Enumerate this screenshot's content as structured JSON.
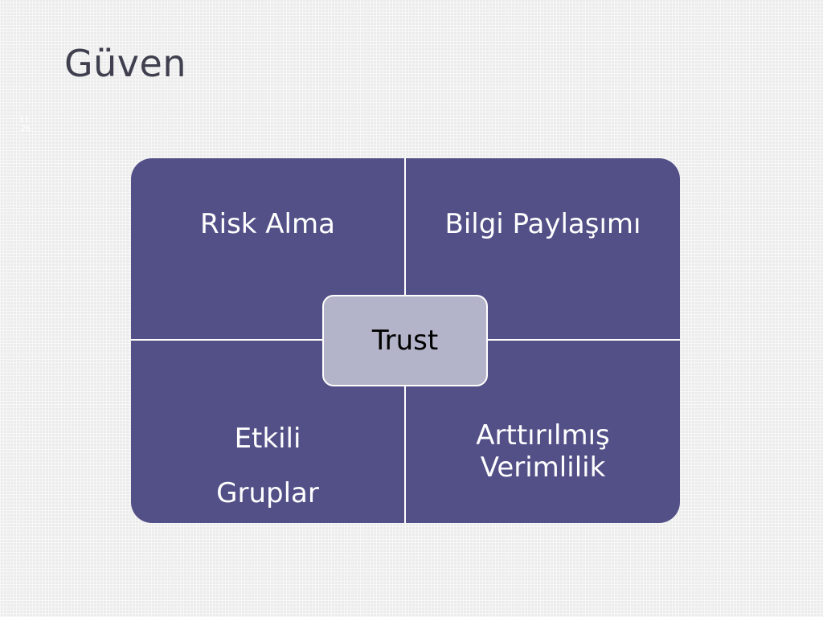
{
  "slide": {
    "title": "Güven",
    "slide_number_lines": [
      "11.",
      "26"
    ]
  },
  "diagram": {
    "quadrants": {
      "top_left": [
        "Risk Alma"
      ],
      "top_right": [
        "Bilgi Paylaşımı"
      ],
      "bottom_left": [
        "Etkili",
        "Gruplar"
      ],
      "bottom_right": [
        "Arttırılmış",
        "Verimlilik"
      ]
    },
    "center": "Trust"
  },
  "colors": {
    "quadrant_fill": "#525087",
    "center_fill": "#b3b3c9",
    "title_text": "#3f3f4f",
    "background": "#ececec"
  }
}
